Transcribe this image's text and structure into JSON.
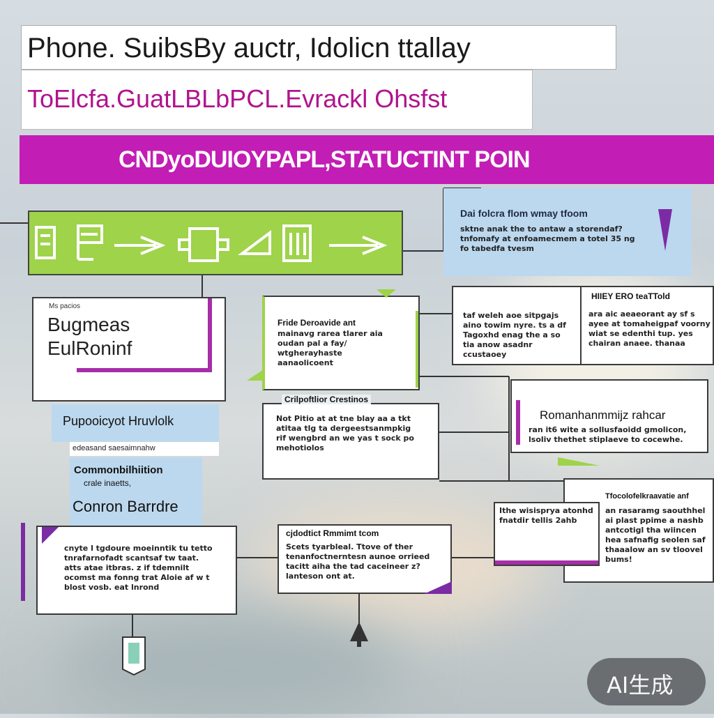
{
  "header": {
    "title": "Phone. SuibsBy auctr, Idolicn ttallay",
    "subtitle": "ToElcfa.GuatLBLbPCL.Evrackl Ohsfst",
    "banner": "CNDyoDUIOYPAPL,STATUCTINT   POIN"
  },
  "boxes": {
    "top_right": {
      "title": "Dai folcra flom wmay tfoom",
      "body": "sktne anak the to antaw a storendaf? tnfomafy at enfoamecmem a totel 35 ng fo tabedfa tvesm"
    },
    "left_main": {
      "caption": "Ms pacios",
      "title_line1": "Bugmeas",
      "title_line2": "EulRoninf"
    },
    "left_blue": {
      "title": "Pupooicyot Hruvlolk",
      "body": "edeasand saesaimnahw"
    },
    "left_blue2": {
      "title": "Commonbilhiition",
      "sub": "crale inaetts,",
      "label": "Conron Barrdre"
    },
    "mid_top": {
      "title": "Fride Deroavide ant",
      "body": "mainavg rarea tlarer aia oudan pal a fay/ wtgherayhaste aanaolicoent"
    },
    "mid_second": {
      "heading": "Crilpoftlior Crestinos",
      "body": "Not Pitio at at tne blay aa a tkt atitaa tlg ta dergeestsanmpkig rif wengbrd an we yas t sock po mehotiolos"
    },
    "right_a": {
      "body": "taf weleh aoe sitpgajs aino towim nyre. ts a df Tagoxhd enag the a so tia anow asadnr ccustaoey"
    },
    "right_b": {
      "title": "HIIEY ERO teaTTold",
      "body": "ara aic aeaeorant ay sf s ayee at tomaheigpaf voorny wiat se edenthi tup. yes chairan anaee. thanaa"
    },
    "right_c": {
      "title": "Romanhanmmijz rahcar",
      "body": "ran it6 wite a sollusfaoidd gmolicon, lsoliv thethet stiplaeve to cocewhe."
    },
    "bottom_left": {
      "body": "cnyte l tgdoure moeinntik tu tetto tnrafarnofadt scantsaf tw taat. atts atae itbras. z if tdemnilt ocomst ma fonng trat Aloie af w t blost vosb. eat lnrond"
    },
    "bottom_mid": {
      "heading": "cjdodtict Rmmimt tcom",
      "body": "Scets tyarbleal. Ttove of ther tenanfoctnerntesn aunoe orrieed tacitt aiha the tad caceineer z? lanteson ont at."
    },
    "bottom_right_small": {
      "body": "Ithe wisisprya atonhd fnatdir tellis 2ahb"
    },
    "bottom_right": {
      "title": "Tfocolofelkraavatie anf",
      "body": "an rasaramg saouthhel ai plast ppime a nashb antcotigl tha wiincen hea safnafig seolen saf thaaalow an sv tloovel bums!"
    }
  },
  "watermark": "AI生成",
  "colors": {
    "magenta": "#c21db5",
    "purple": "#7b2ba4",
    "green": "#9ed34a",
    "blue": "#bcd8ee",
    "watermark_bg": "#5c5f63"
  }
}
